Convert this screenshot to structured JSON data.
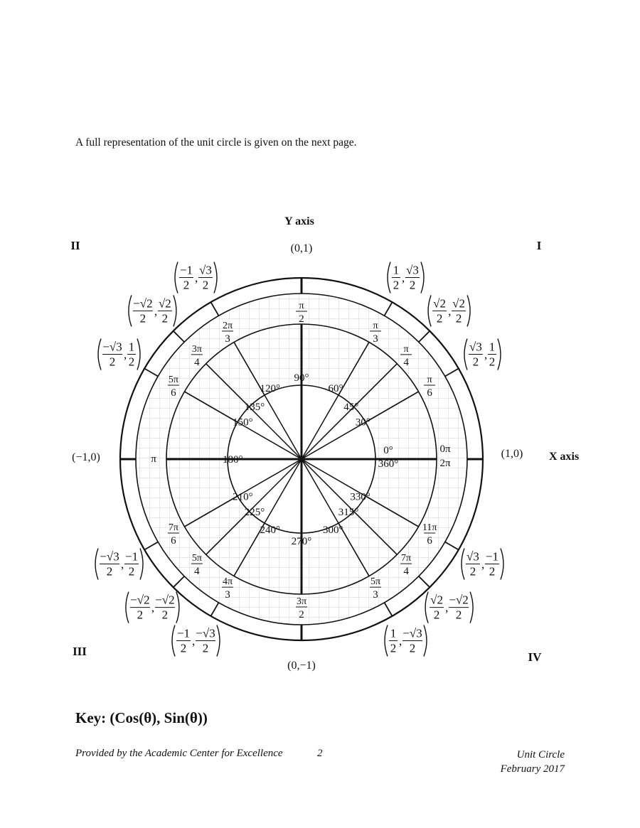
{
  "intro_text": "A full representation of the unit circle is given on the next page.",
  "y_axis_label": "Y axis",
  "x_axis_label": "X axis",
  "quadrants": {
    "q1": "I",
    "q2": "II",
    "q3": "III",
    "q4": "IV"
  },
  "key_text": "Key: (Cos(θ), Sin(θ))",
  "footer": {
    "provider": "Provided by the Academic Center for Excellence",
    "page_number": "2",
    "doc_title": "Unit Circle",
    "date": "February 2017"
  },
  "angles": [
    {
      "deg": 0,
      "deg_label": "0°",
      "deg_label2": "360°",
      "rad": "0π",
      "rad2": "2π",
      "coord": "(1,0)"
    },
    {
      "deg": 30,
      "deg_label": "30°",
      "rad_num": "π",
      "rad_den": "6",
      "coord_x": "√3|2",
      "coord_y": "1|2"
    },
    {
      "deg": 45,
      "deg_label": "45°",
      "rad_num": "π",
      "rad_den": "4",
      "coord_x": "√2|2",
      "coord_y": "√2|2"
    },
    {
      "deg": 60,
      "deg_label": "60°",
      "rad_num": "π",
      "rad_den": "3",
      "coord_x": "1|2",
      "coord_y": "√3|2"
    },
    {
      "deg": 90,
      "deg_label": "90°",
      "rad_num": "π",
      "rad_den": "2",
      "coord": "(0,1)"
    },
    {
      "deg": 120,
      "deg_label": "120°",
      "rad_num": "2π",
      "rad_den": "3",
      "coord_x": "−1|2",
      "coord_y": "√3|2"
    },
    {
      "deg": 135,
      "deg_label": "135°",
      "rad_num": "3π",
      "rad_den": "4",
      "coord_x": "−√2|2",
      "coord_y": "√2|2"
    },
    {
      "deg": 150,
      "deg_label": "150°",
      "rad_num": "5π",
      "rad_den": "6",
      "coord_x": "−√3|2",
      "coord_y": "1|2"
    },
    {
      "deg": 180,
      "deg_label": "180°",
      "rad": "π",
      "coord": "(−1,0)"
    },
    {
      "deg": 210,
      "deg_label": "210°",
      "rad_num": "7π",
      "rad_den": "6",
      "coord_x": "−√3|2",
      "coord_y": "−1|2"
    },
    {
      "deg": 225,
      "deg_label": "225°",
      "rad_num": "5π",
      "rad_den": "4",
      "coord_x": "−√2|2",
      "coord_y": "−√2|2"
    },
    {
      "deg": 240,
      "deg_label": "240°",
      "rad_num": "4π",
      "rad_den": "3",
      "coord_x": "−1|2",
      "coord_y": "−√3|2"
    },
    {
      "deg": 270,
      "deg_label": "270°",
      "rad_num": "3π",
      "rad_den": "2",
      "coord": "(0,−1)"
    },
    {
      "deg": 300,
      "deg_label": "300°",
      "rad_num": "5π",
      "rad_den": "3",
      "coord_x": "1|2",
      "coord_y": "−√3|2"
    },
    {
      "deg": 315,
      "deg_label": "315°",
      "rad_num": "7π",
      "rad_den": "4",
      "coord_x": "√2|2",
      "coord_y": "−√2|2"
    },
    {
      "deg": 330,
      "deg_label": "330°",
      "rad_num": "11π",
      "rad_den": "6",
      "coord_x": "√3|2",
      "coord_y": "−1|2"
    }
  ]
}
